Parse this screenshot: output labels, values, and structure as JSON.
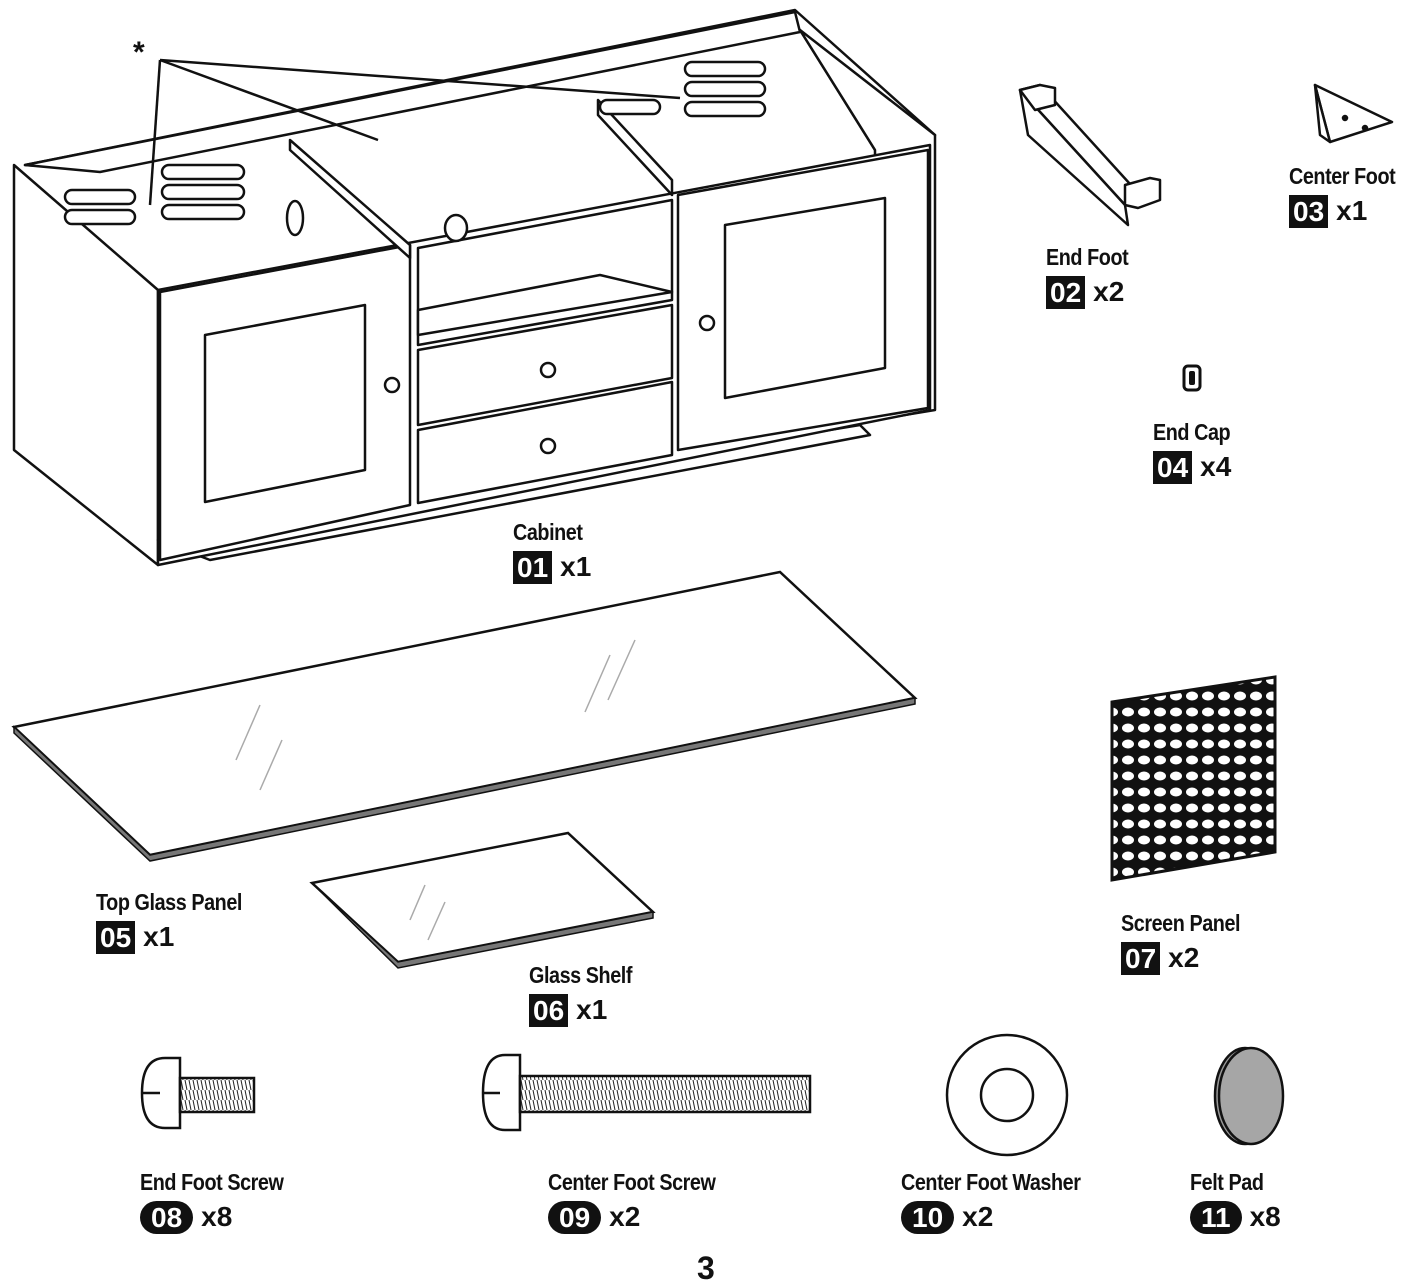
{
  "asterisk": "*",
  "page_number": "3",
  "parts": [
    {
      "id": "01",
      "name": "Cabinet",
      "qty": "x1"
    },
    {
      "id": "02",
      "name": "End Foot",
      "qty": "x2"
    },
    {
      "id": "03",
      "name": "Center Foot",
      "qty": "x1"
    },
    {
      "id": "04",
      "name": "End Cap",
      "qty": "x4"
    },
    {
      "id": "05",
      "name": "Top Glass Panel",
      "qty": "x1"
    },
    {
      "id": "06",
      "name": "Glass Shelf",
      "qty": "x1"
    },
    {
      "id": "07",
      "name": "Screen Panel",
      "qty": "x2"
    },
    {
      "id": "08",
      "name": "End Foot Screw",
      "qty": "x8"
    },
    {
      "id": "09",
      "name": "Center Foot Screw",
      "qty": "x2"
    },
    {
      "id": "10",
      "name": "Center Foot Washer",
      "qty": "x2"
    },
    {
      "id": "11",
      "name": "Felt Pad",
      "qty": "x8"
    }
  ]
}
